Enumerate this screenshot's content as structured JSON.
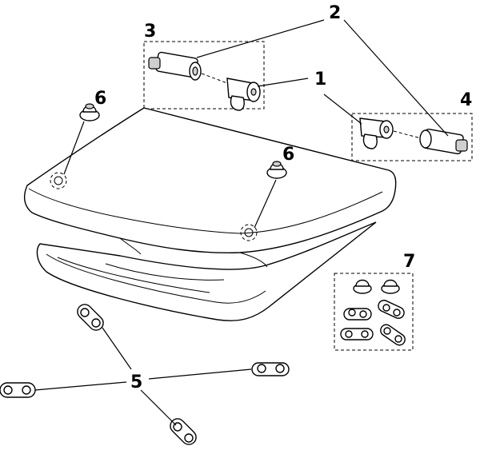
{
  "labels": {
    "hinge_part": "1",
    "hinge_pin": "2",
    "hinge_set_left": "3",
    "hinge_set_right": "4",
    "fixing_plates": "5",
    "buffer_top_left": "6",
    "buffer_top_right": "6",
    "fixing_kit": "7"
  }
}
